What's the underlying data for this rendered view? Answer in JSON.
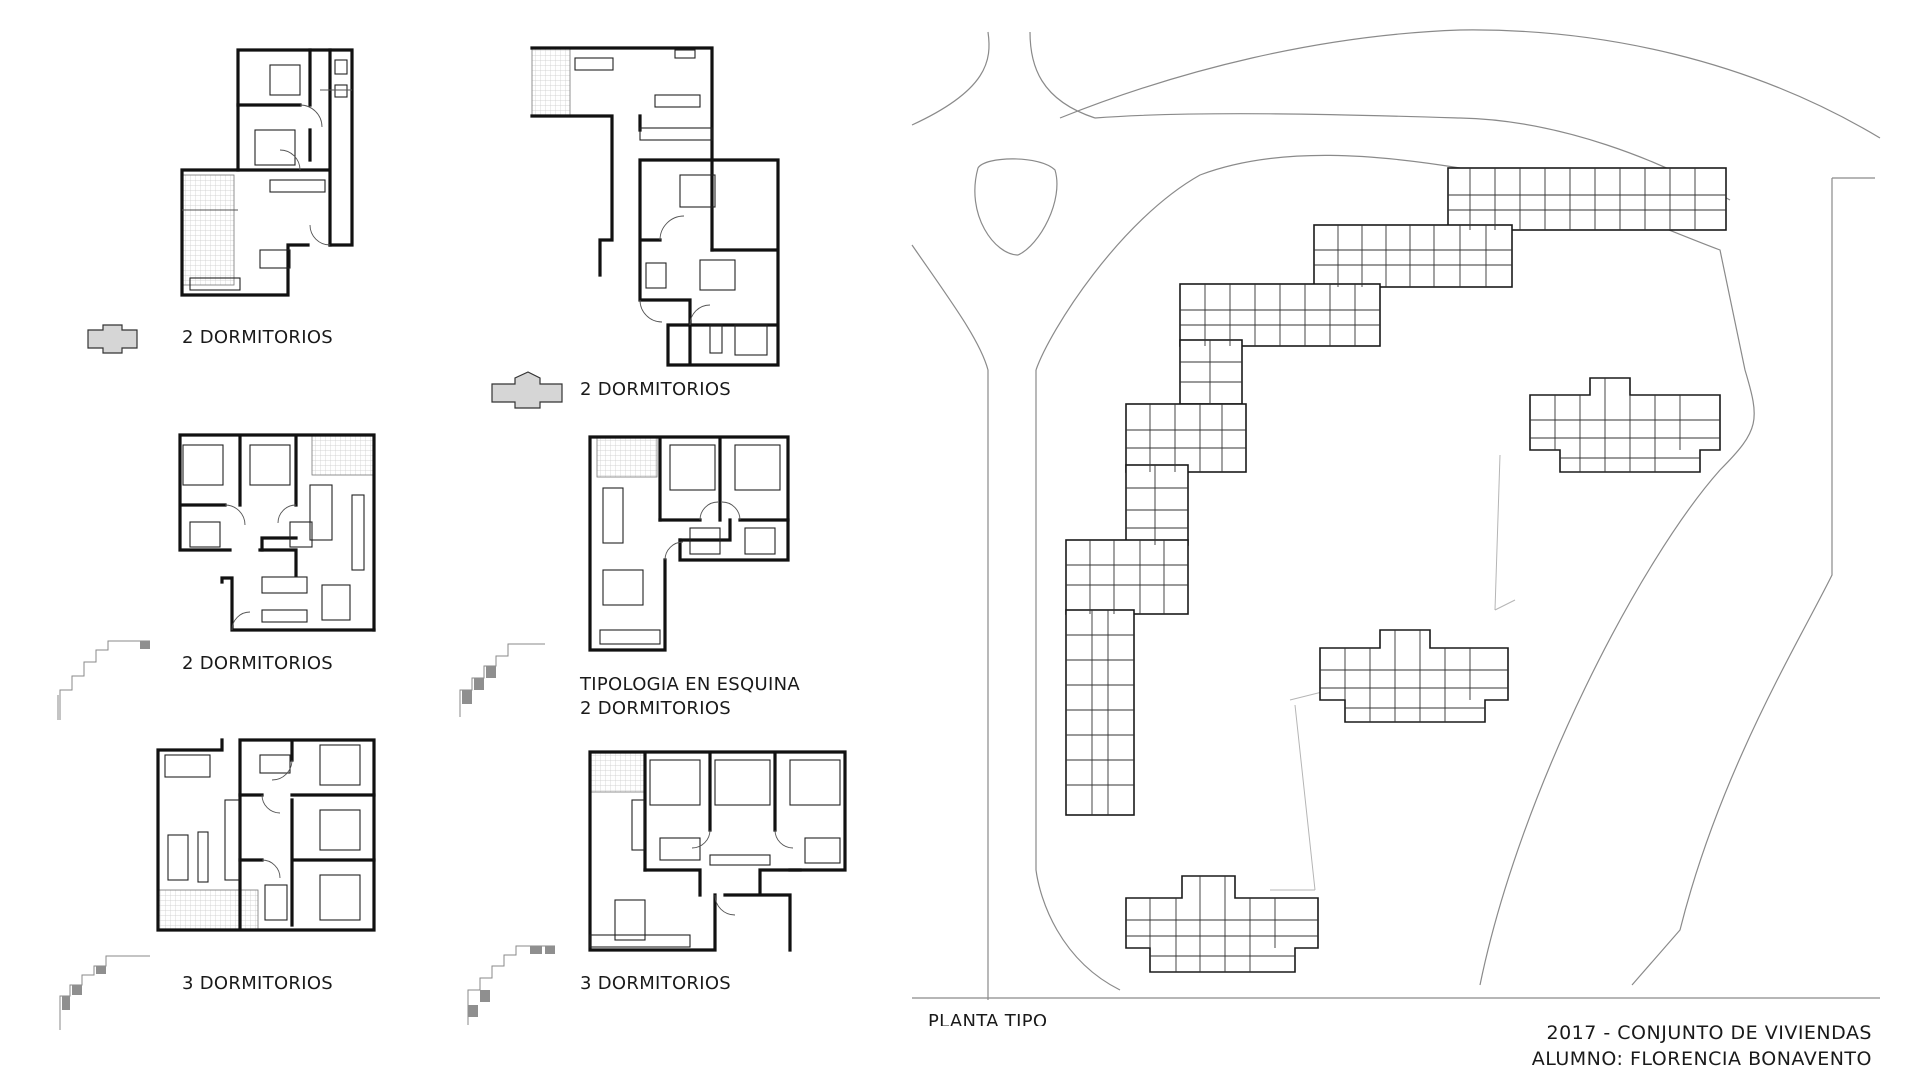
{
  "units": [
    {
      "id": "u1",
      "label": "2 DORMITORIOS"
    },
    {
      "id": "u2",
      "label": "2 DORMITORIOS"
    },
    {
      "id": "u3",
      "label": "2 DORMITORIOS"
    },
    {
      "id": "u4",
      "label_line1": "TIPOLOGIA EN ESQUINA",
      "label_line2": "2 DORMITORIOS"
    },
    {
      "id": "u5",
      "label": "3 DORMITORIOS"
    },
    {
      "id": "u6",
      "label": "3 DORMITORIOS"
    }
  ],
  "site": {
    "caption": "PLANTA TIPO"
  },
  "credits": {
    "line1": "2017 - CONJUNTO DE VIVIENDAS",
    "line2": "ALUMNO: FLORENCIA BONAVENTO"
  }
}
